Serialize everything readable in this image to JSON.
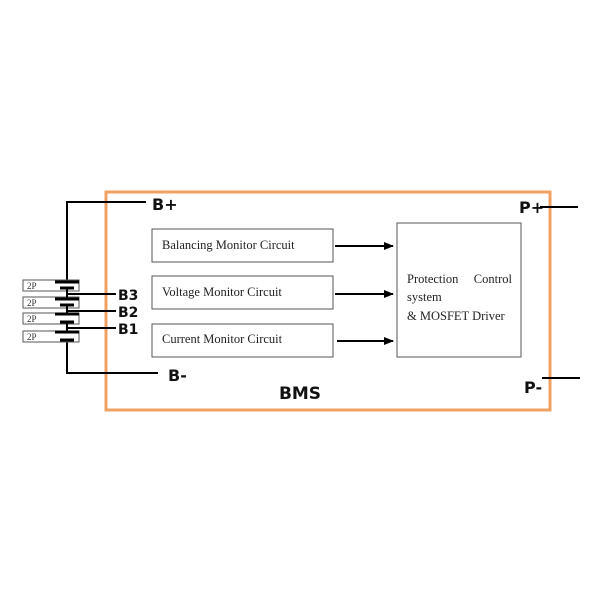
{
  "diagram": {
    "title": "BMS",
    "colors": {
      "bms_border": "#f0a060",
      "wire": "#000000",
      "box_border": "#555555"
    },
    "terminals": {
      "b_plus": "B+",
      "b_minus": "B-",
      "b3": "B3",
      "b2": "B2",
      "b1": "B1",
      "p_plus": "P+",
      "p_minus": "P-"
    },
    "cells": [
      {
        "label": "2P"
      },
      {
        "label": "2P"
      },
      {
        "label": "2P"
      },
      {
        "label": "2P"
      }
    ],
    "monitors": [
      {
        "label": "Balancing Monitor Circuit"
      },
      {
        "label": "Voltage Monitor Circuit"
      },
      {
        "label": "Current Monitor Circuit"
      }
    ],
    "controller": {
      "line1_a": "Protection",
      "line1_b": "Control",
      "line2": "system",
      "line3": "& MOSFET Driver"
    }
  }
}
